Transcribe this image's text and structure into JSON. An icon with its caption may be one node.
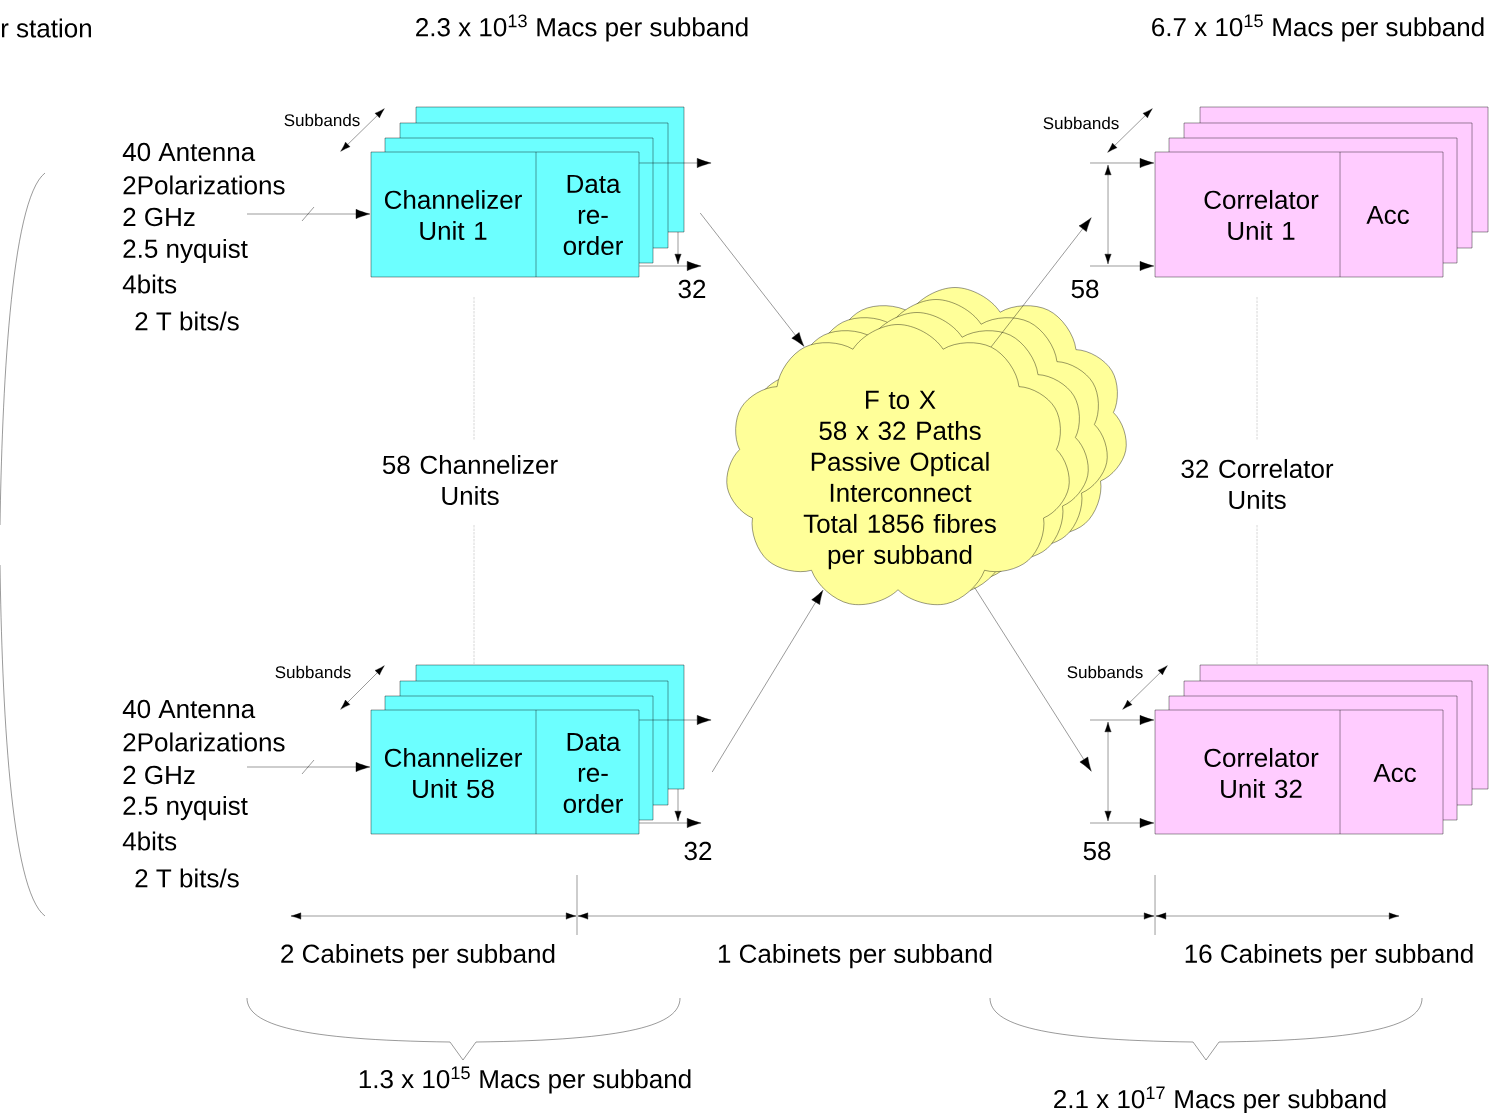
{
  "diagram": {
    "nodes": [
      {
        "text": [
          "Channelizer Unit 1",
          "Data re-order"
        ]
      },
      {
        "text": [
          "Channelizer Unit 58",
          "Data re-order"
        ]
      },
      {
        "text": [
          "F to X",
          "58 x 32 Paths Passive Optical Interconnect",
          "Total 1856 fibres per subband"
        ]
      },
      {
        "text": [
          "Correlator Unit 1",
          "Acc"
        ]
      },
      {
        "text": [
          "Correlator Unit 32",
          "Acc"
        ]
      }
    ],
    "edges": [
      {
        "from": 0,
        "to": 2,
        "arrow": "to"
      },
      {
        "from": 1,
        "to": 2,
        "arrow": "to"
      },
      {
        "from": 2,
        "to": 3,
        "arrow": "to"
      },
      {
        "from": 2,
        "to": 4,
        "arrow": "to"
      },
      {
        "from": null,
        "to": 0,
        "arrow": "to"
      },
      {
        "from": 0,
        "to": null,
        "arrow": "to"
      },
      {
        "from": 0,
        "to": null,
        "arrow": "to",
        "label": "32"
      },
      {
        "from": null,
        "to": 1,
        "arrow": "to"
      },
      {
        "from": 1,
        "to": null,
        "arrow": "to"
      },
      {
        "from": 1,
        "to": null,
        "arrow": "to",
        "label": "32"
      },
      {
        "from": null,
        "to": 3,
        "arrow": "to"
      },
      {
        "from": null,
        "to": 3,
        "arrow": "to",
        "label": "58"
      },
      {
        "from": null,
        "to": 4,
        "arrow": "to"
      },
      {
        "from": null,
        "to": 4,
        "arrow": "to",
        "label": "58"
      }
    ],
    "labels": [
      "r station",
      "2.3 x 10$^{13}$ Macs per subband",
      "6.7 x 10$^{15}$ Macs per subband",
      "Subbands",
      "Subbands",
      "40 Antenna",
      "2Polarizations",
      "2 GHz",
      "2.5 nyquist",
      "4bits",
      "2 T bits/s",
      "58 Channelizer Units",
      "32 Correlator Units",
      "Subbands",
      "Subbands",
      "40 Antenna",
      "2Polarizations",
      "2 GHz",
      "2.5 nyquist",
      "4bits",
      "2 T bits/s",
      "2 Cabinets per subband",
      "1 Cabinets per subband",
      "16 Cabinets per subband",
      "1.3 x 10$^{15}$ Macs per subband",
      "2.1 x 10$^{17}$ Macs per subband"
    ]
  }
}
